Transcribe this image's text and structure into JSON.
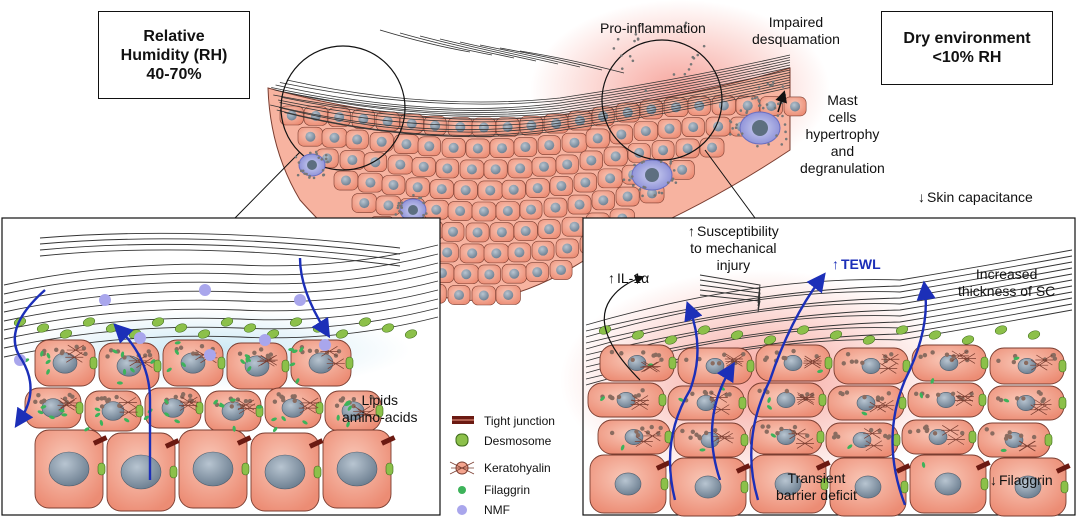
{
  "labels": {
    "rh_box": "Relative\nHumidity (RH)\n40-70%",
    "dry_box": "Dry environment\n<10% RH",
    "pro_inflammation": "Pro-inflammation",
    "impaired_desquamation": "Impaired\ndesquamation",
    "mast_cells": "Mast\ncells\nhypertrophy\nand\ndegranulation",
    "skin_capacitance": "Skin capacitance",
    "susceptibility": "Susceptibility\nto mechanical\ninjury",
    "il1a": "IL-1α",
    "tewl": "TEWL",
    "increased_thickness": "Increased\nthickness of SC",
    "lipids": "Lipids\namino-acids",
    "transient_barrier": "Transient\nbarrier deficit",
    "filaggrin_down": "Filaggrin"
  },
  "legend": [
    {
      "key": "tight_junction",
      "label": "Tight junction"
    },
    {
      "key": "desmosome",
      "label": "Desmosome"
    },
    {
      "key": "keratohyalin",
      "label": "Keratohyalin"
    },
    {
      "key": "filaggrin",
      "label": "Filaggrin"
    },
    {
      "key": "nmf",
      "label": "NMF"
    }
  ],
  "colors": {
    "cell_fill": "#f4a48e",
    "cell_stroke": "#7a3d30",
    "nucleus": "#8a9bab",
    "desmosome": "#8cc04a",
    "tight_junction": "#6b1a12",
    "nmf": "#a9a6ec",
    "tewl_arrow": "#1c2fb8",
    "inflammation_glow": "#f05a4a"
  }
}
